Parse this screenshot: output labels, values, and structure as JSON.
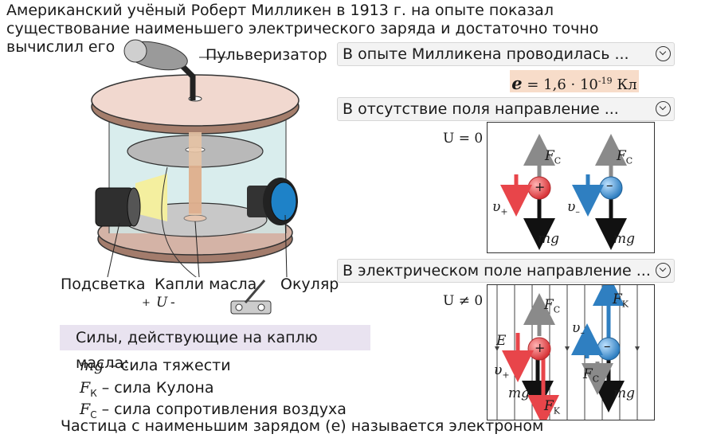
{
  "intro": "Американский учёный Роберт Милликен в 1913 г. на опыте показал существование наименьшего электрического заряда и достаточно точно вычислил его",
  "labels": {
    "sprayer": "Пульверизатор",
    "backlight": "Подсветка",
    "oil_drops": "Капли масла",
    "eyepiece": "Окуляр",
    "plus": "+",
    "voltage": "U",
    "minus": "-"
  },
  "accordion": [
    {
      "label": "В опыте Милликена проводилась ..."
    },
    {
      "label": "В отсутствие поля направление ..."
    },
    {
      "label": "В электрическом поле направление ..."
    }
  ],
  "formula": {
    "symbol": "e",
    "value": " = 1,6 · 10",
    "exponent": "-19",
    "unit": " Кл"
  },
  "panel_no_field": {
    "u": "U = 0",
    "fc": "F",
    "fc_sub": "C",
    "v_plus": "υ",
    "v_plus_sub": "+",
    "v_minus": "υ",
    "v_minus_sub": "–",
    "mg": "mg",
    "sign_plus": "+",
    "sign_minus": "–"
  },
  "panel_field": {
    "u": "U ≠ 0",
    "e": "E",
    "fc": "F",
    "fc_sub": "C",
    "fk": "F",
    "fk_sub": "K",
    "v_plus": "υ",
    "v_plus_sub": "+",
    "v_minus": "υ",
    "v_minus_sub": "–",
    "mg": "mg",
    "sign_plus": "+",
    "sign_minus": "–"
  },
  "forces": {
    "title": "Силы, действующие на каплю масла:",
    "items": [
      {
        "symbol": "mg",
        "sub": "",
        "text": " – сила тяжести"
      },
      {
        "symbol": "F",
        "sub": "К",
        "text": " – сила Кулона"
      },
      {
        "symbol": "F",
        "sub": "C",
        "text": " – сила сопротивления воздуха"
      }
    ]
  },
  "conclusion": "Частица с наименьшим зарядом (e) называется электроном",
  "colors": {
    "accent_red": "#e8454a",
    "accent_blue": "#2f7fc1",
    "formula_bg": "#f7dcc9",
    "forces_bg": "#e9e3f0"
  }
}
